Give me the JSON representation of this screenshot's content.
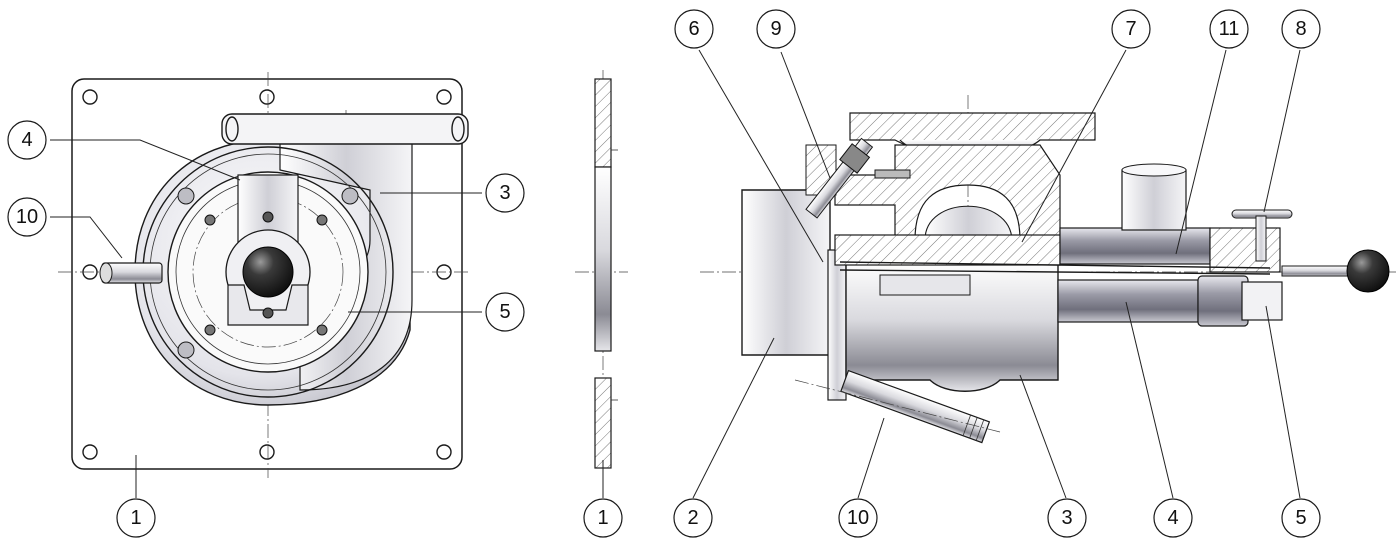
{
  "views": {
    "front": {
      "balloons": [
        {
          "label": "4"
        },
        {
          "label": "10"
        },
        {
          "label": "3"
        },
        {
          "label": "5"
        },
        {
          "label": "1"
        }
      ]
    },
    "flange": {
      "balloons": [
        {
          "label": "1"
        }
      ]
    },
    "section": {
      "balloons": [
        {
          "label": "6"
        },
        {
          "label": "9"
        },
        {
          "label": "7"
        },
        {
          "label": "11"
        },
        {
          "label": "8"
        },
        {
          "label": "2"
        },
        {
          "label": "10"
        },
        {
          "label": "3"
        },
        {
          "label": "4"
        },
        {
          "label": "5"
        }
      ]
    }
  },
  "colors": {
    "line": "#1a1a1a",
    "metal_light": "#f2f2f2",
    "metal_dark": "#7a7a82",
    "knob": "#222222"
  }
}
